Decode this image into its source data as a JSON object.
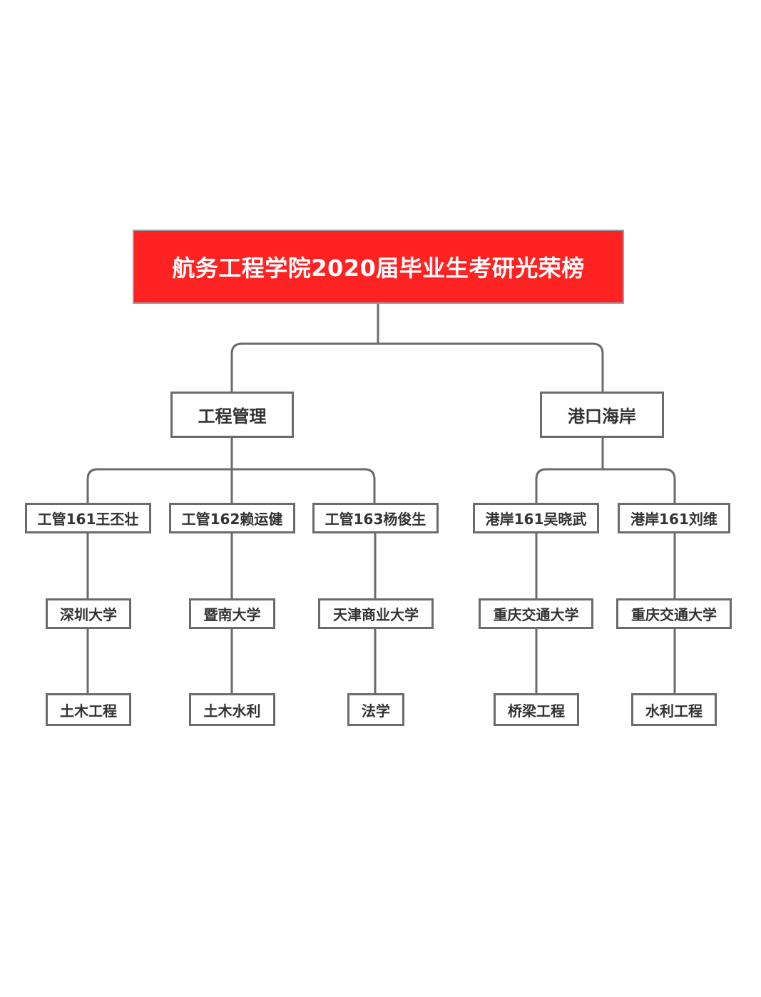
{
  "diagram": {
    "title": "航务工程学院2020届毕业生考研光荣榜",
    "departments": [
      {
        "name": "工程管理",
        "students": [
          {
            "name": "工管161王丕壮",
            "university": "深圳大学",
            "major": "土木工程"
          },
          {
            "name": "工管162赖运健",
            "university": "暨南大学",
            "major": "土木水利"
          },
          {
            "name": "工管163杨俊生",
            "university": "天津商业大学",
            "major": "法学"
          }
        ]
      },
      {
        "name": "港口海岸",
        "students": [
          {
            "name": "港岸161吴晓武",
            "university": "重庆交通大学",
            "major": "桥梁工程"
          },
          {
            "name": "港岸161刘维",
            "university": "重庆交通大学",
            "major": "水利工程"
          }
        ]
      }
    ]
  },
  "colors": {
    "root_fill": "#ff2222",
    "root_text": "#ffffff",
    "line": "#6b6b6b",
    "node_text": "#333333"
  }
}
